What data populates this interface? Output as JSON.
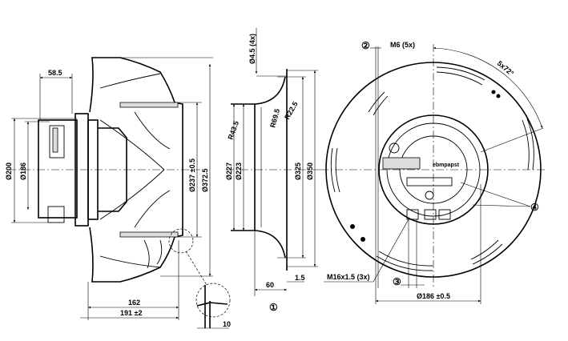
{
  "side_view": {
    "dim_motor_length": "58.5",
    "dim_dia_200": "Ø200",
    "dim_dia_186": "Ø186",
    "dim_dia_237": "Ø237 ±0.5",
    "dim_dia_372": "Ø372.5",
    "dim_162": "162",
    "dim_191": "191 ±2",
    "dim_detail_10": "10"
  },
  "inlet_ring": {
    "dim_holes": "Ø4.5 (4x)",
    "dim_r43": "R43.5",
    "dim_r69": "R69.5",
    "dim_r22": "R22.5",
    "dim_dia_227": "Ø227",
    "dim_dia_223": "Ø223",
    "dim_dia_325": "Ø325",
    "dim_dia_350": "Ø350",
    "dim_60": "60",
    "dim_1_5": "1.5",
    "marker_1": "①"
  },
  "front_view": {
    "marker_2": "②",
    "thread_m6": "M6 (5x)",
    "angle": "5x72°",
    "marker_4": "④",
    "thread_m16": "M16x1.5 (3x)",
    "marker_3": "③",
    "dim_dia_186": "Ø186 ±0.5",
    "brand": "ebmpapst"
  }
}
